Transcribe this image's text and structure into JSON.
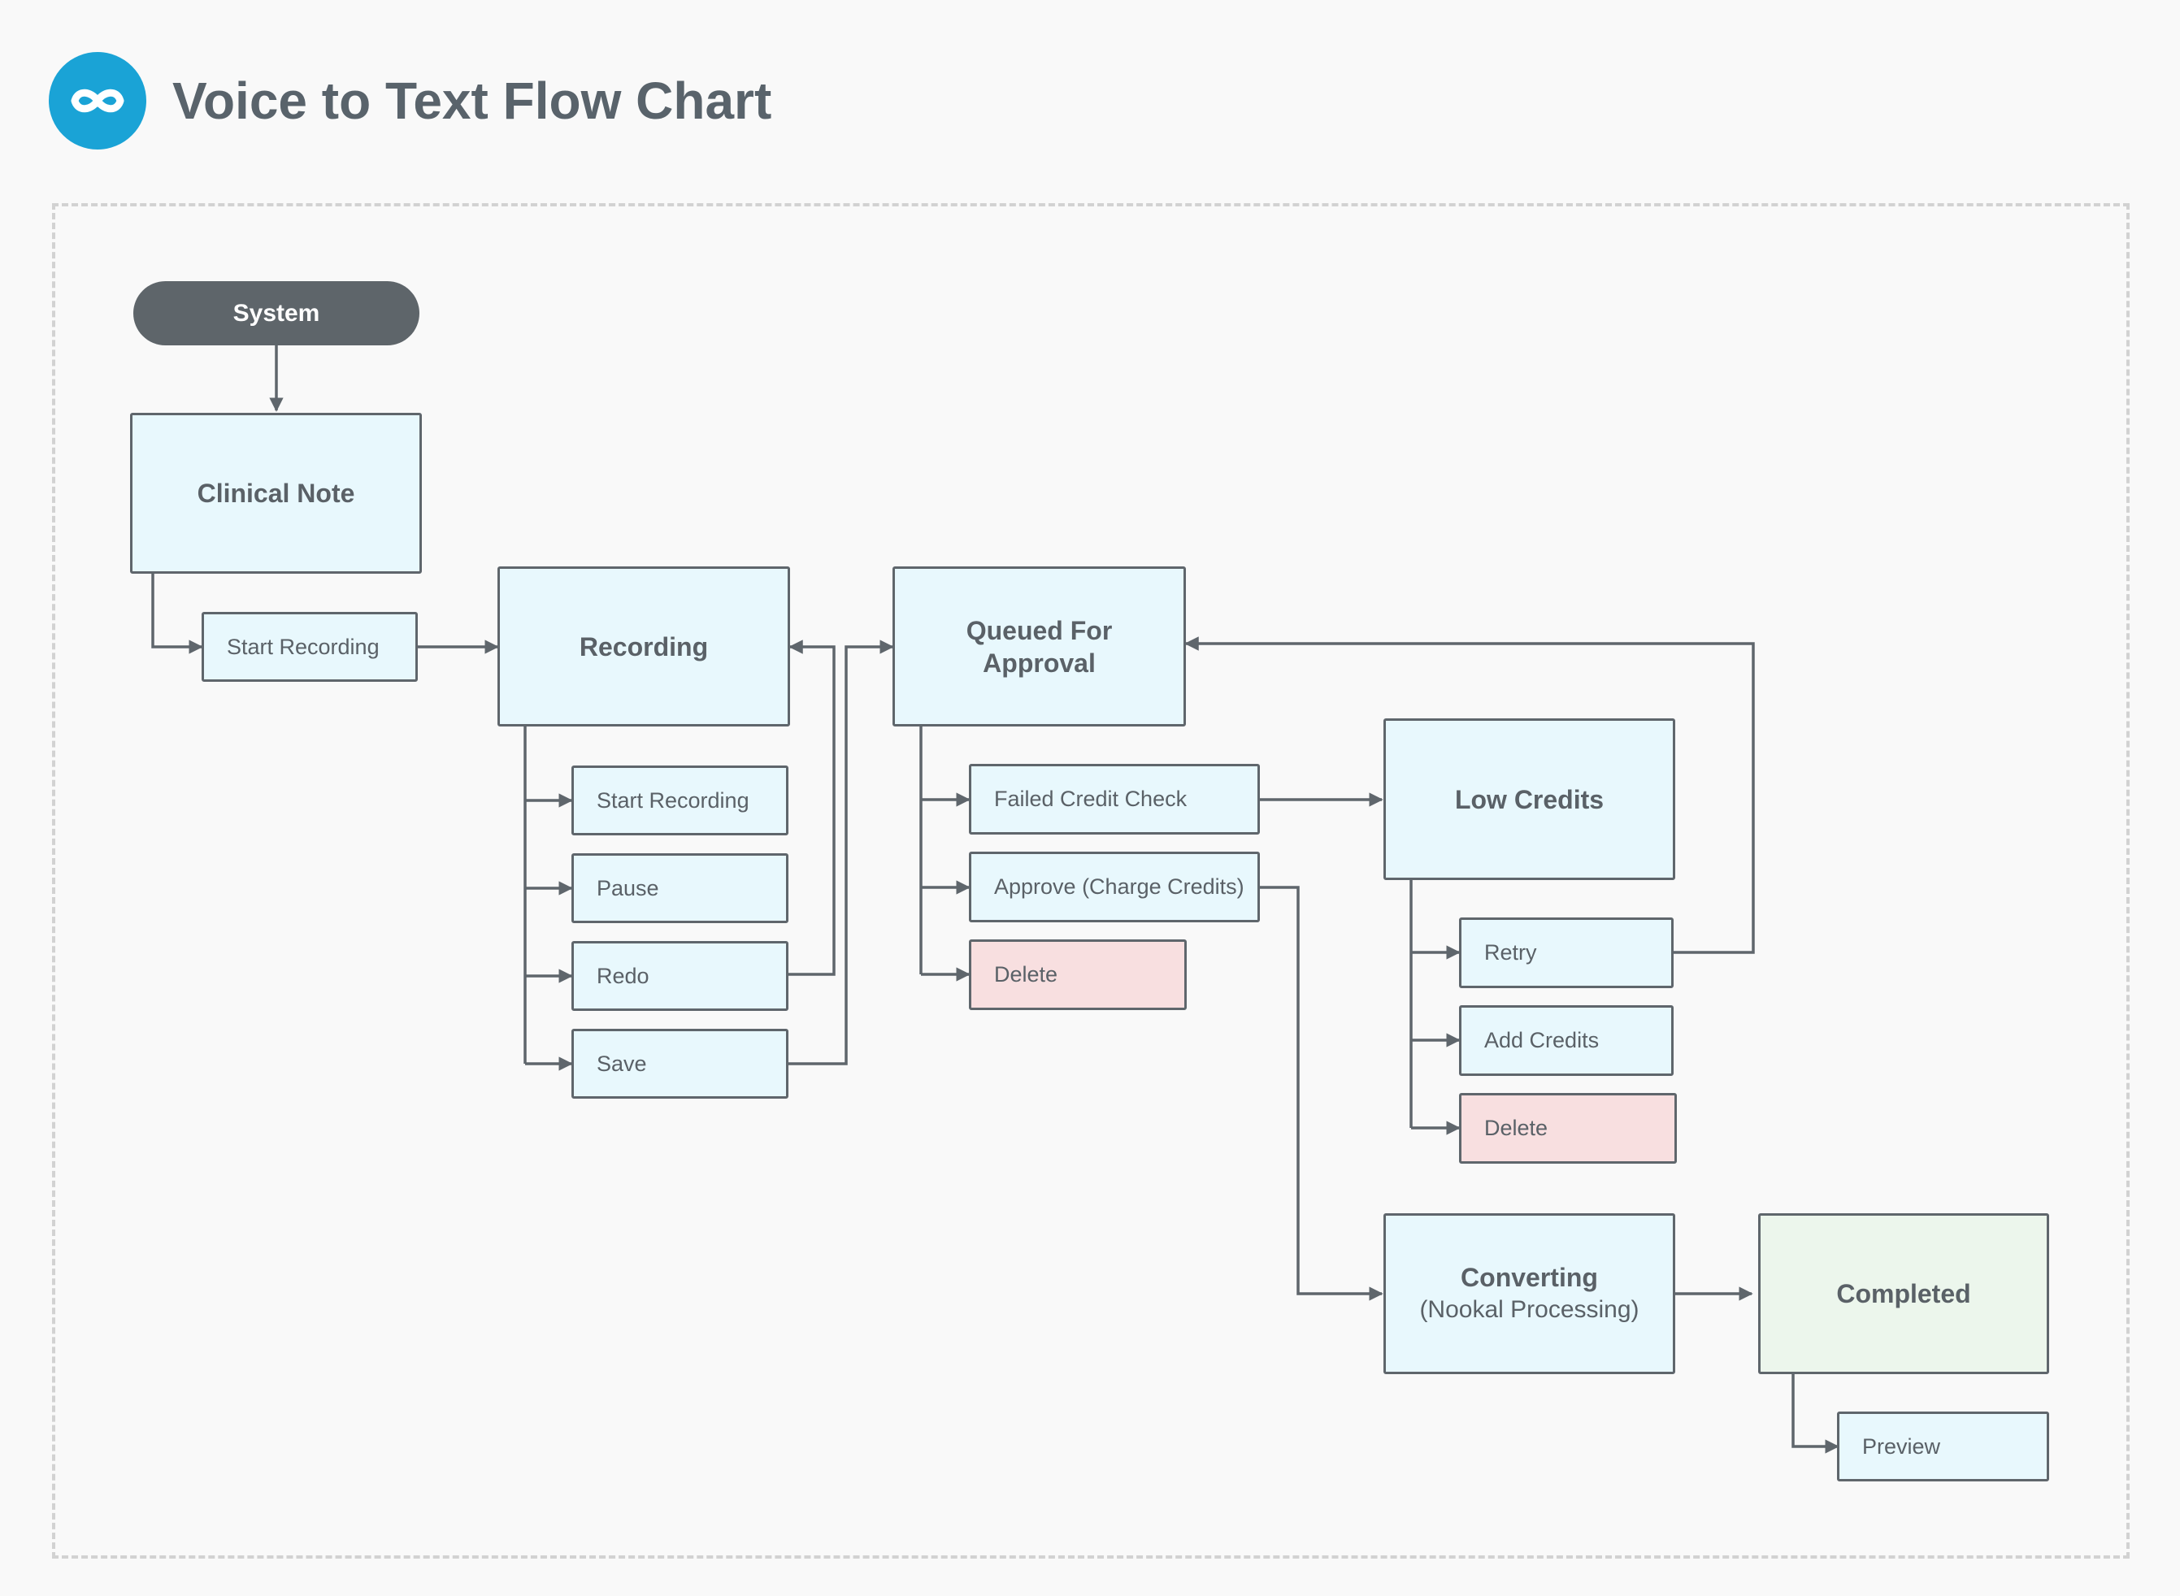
{
  "title": "Voice to Text Flow Chart",
  "logo": {
    "icon": "infinity-icon",
    "color": "#1aa3d6"
  },
  "colors": {
    "node_fill": "#e8f8fd",
    "danger_fill": "#f8dfe0",
    "done_fill": "#ecf6ec",
    "system_fill": "#5e656a",
    "line": "#5f666c"
  },
  "nodes": {
    "system": "System",
    "clinical_note": "Clinical Note",
    "start_recording_1": "Start Recording",
    "recording": "Recording",
    "rec_start_recording": "Start Recording",
    "rec_pause": "Pause",
    "rec_redo": "Redo",
    "rec_save": "Save",
    "queued_for_approval": "Queued For Approval",
    "failed_credit_check": "Failed Credit Check",
    "approve_charge_credits": "Approve (Charge Credits)",
    "queued_delete": "Delete",
    "low_credits": "Low Credits",
    "retry": "Retry",
    "add_credits": "Add Credits",
    "low_delete": "Delete",
    "converting": "Converting",
    "converting_sub": "(Nookal Processing)",
    "completed": "Completed",
    "preview": "Preview"
  }
}
